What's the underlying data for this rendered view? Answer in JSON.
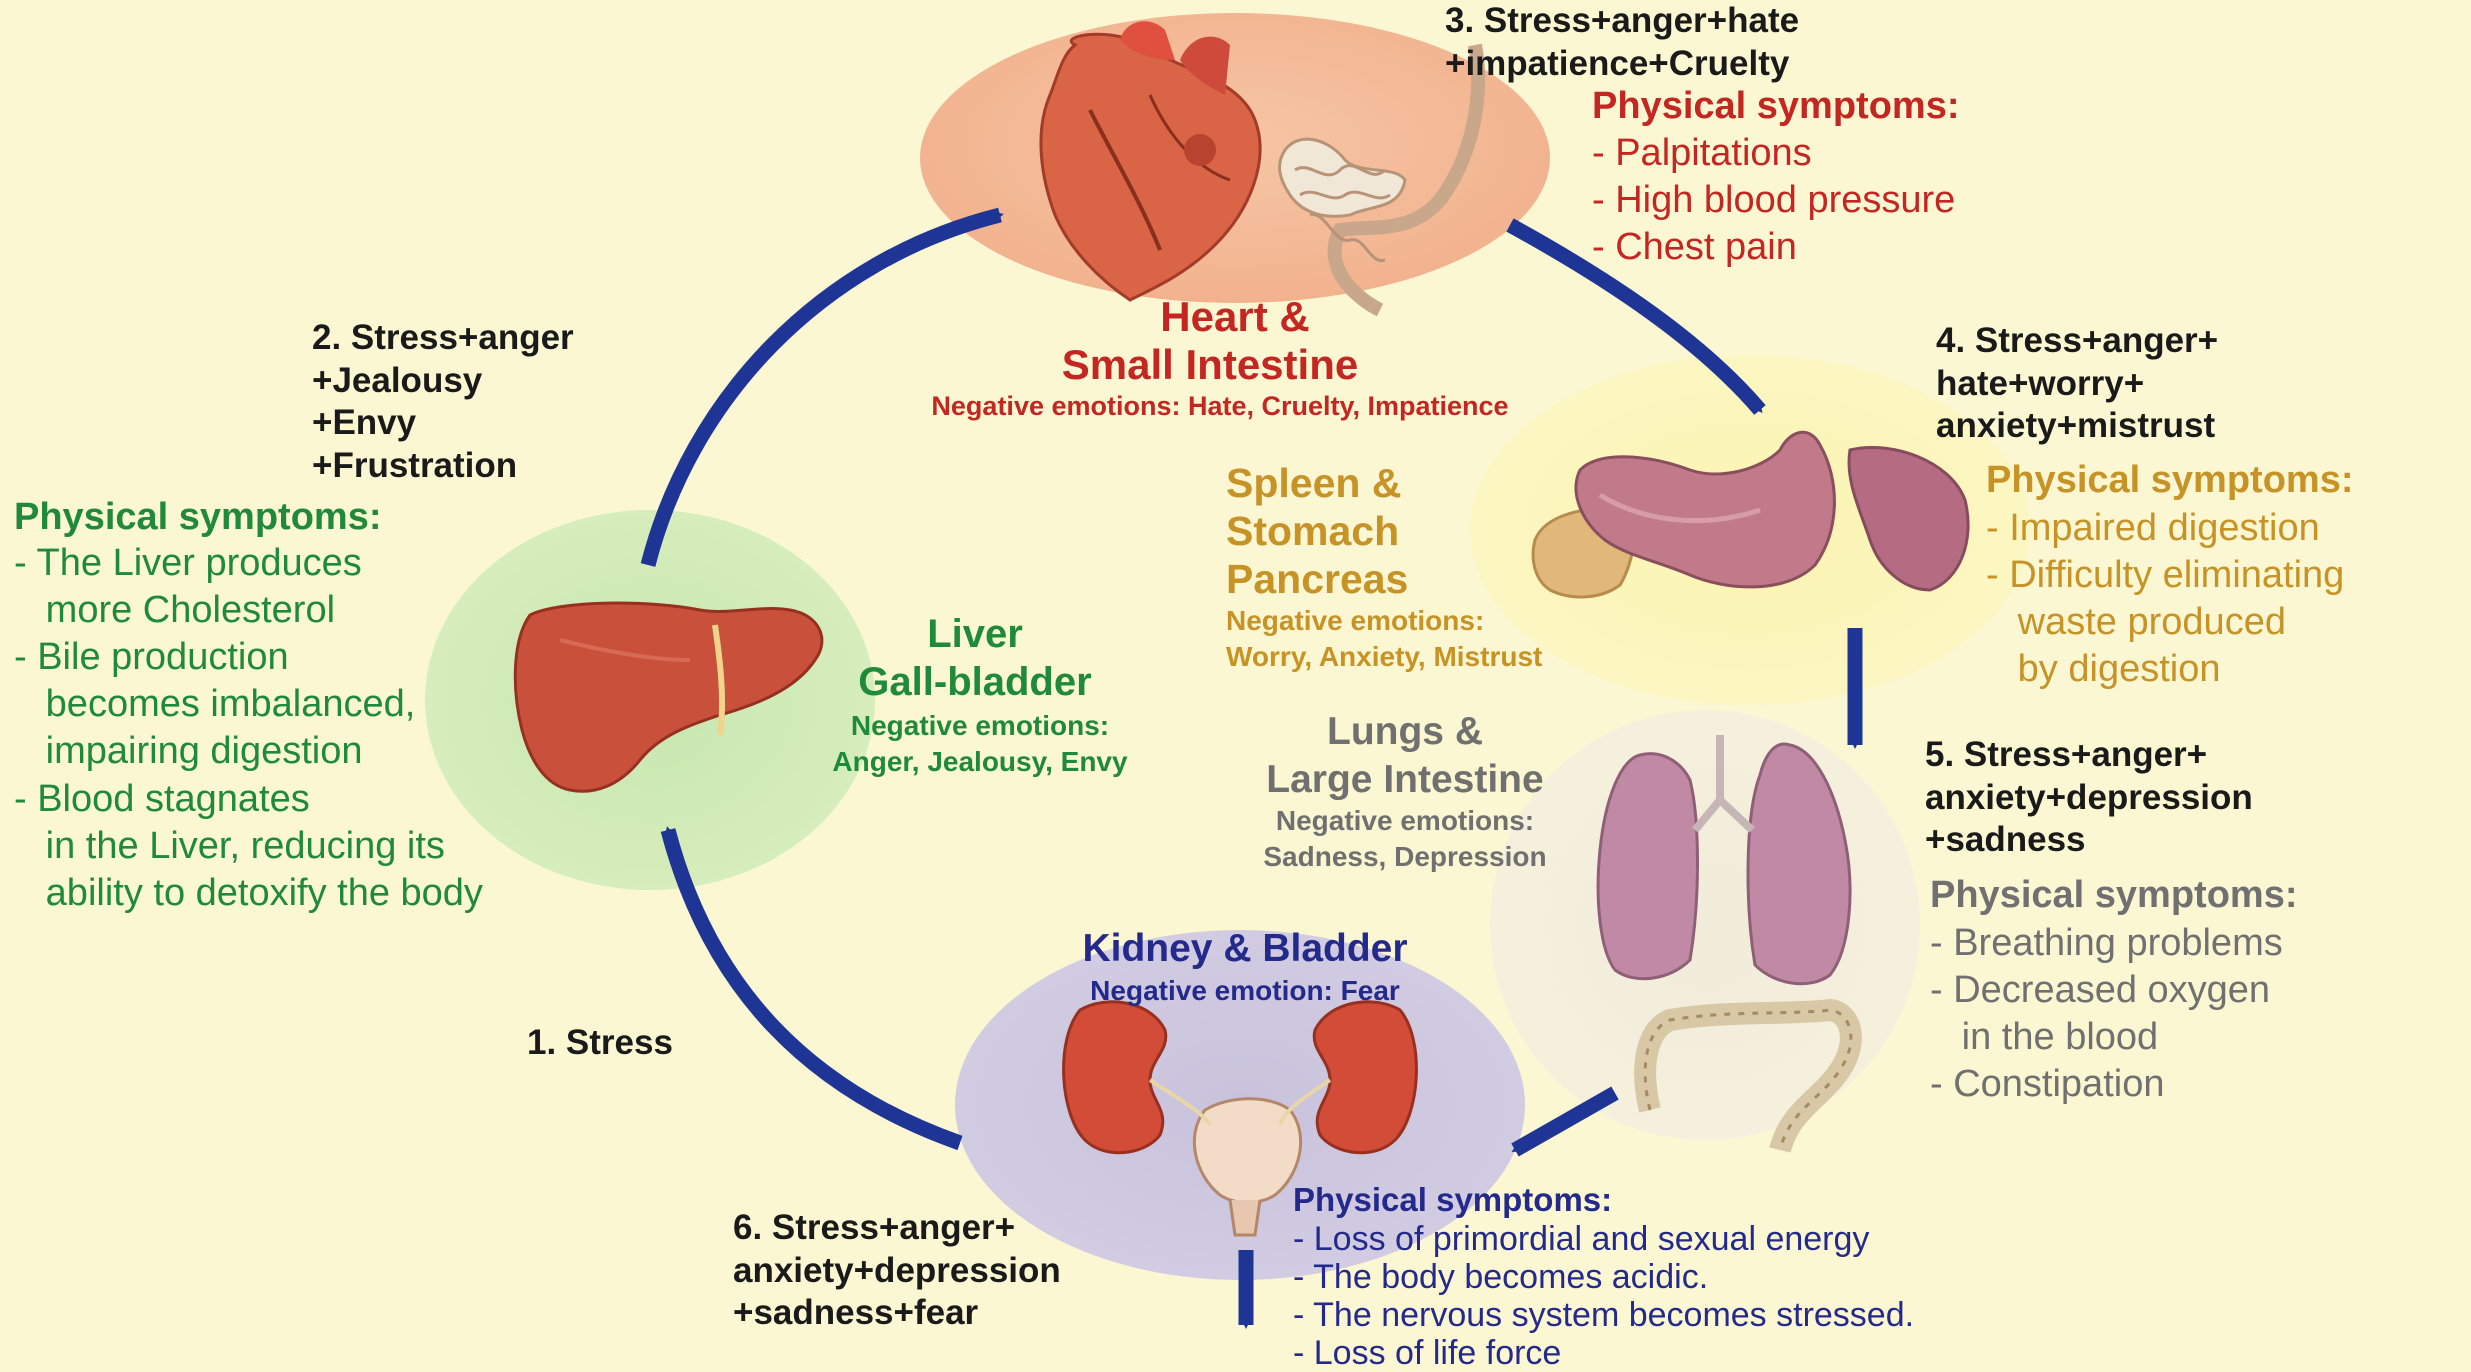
{
  "colors": {
    "background": "#fbf7d2",
    "arrow": "#1f3596",
    "liver_text": "#1f8a3a",
    "heart_text": "#c42622",
    "spleen_text": "#c79326",
    "lungs_text": "#707070",
    "kidney_text": "#242a8c"
  },
  "icons": [
    "heart-icon",
    "small-intestine-icon",
    "liver-icon",
    "stomach-icon",
    "pancreas-icon",
    "spleen-icon",
    "lungs-icon",
    "large-intestine-icon",
    "kidney-icon",
    "bladder-icon"
  ],
  "heart": {
    "title_line1": "Heart &",
    "title_line2": "Small Intestine",
    "negative": "Negative emotions: Hate, Cruelty, Impatience",
    "stress": "3. Stress+anger+hate\n+impatience+Cruelty",
    "symptoms_title": "Physical symptoms:",
    "symptoms": "- Palpitations\n- High blood pressure\n- Chest pain"
  },
  "liver": {
    "title_line1": "Liver",
    "title_line2": "Gall-bladder",
    "negative": "Negative emotions:\nAnger, Jealousy, Envy",
    "stress": "2. Stress+anger\n+Jealousy\n+Envy\n+Frustration",
    "symptoms_title": "Physical symptoms:",
    "symptoms": "- The Liver produces\n   more Cholesterol\n- Bile production\n   becomes imbalanced,\n   impairing digestion\n- Blood stagnates\n   in the Liver, reducing its\n   ability to detoxify the body"
  },
  "spleen": {
    "title": "Spleen &\nStomach\nPancreas",
    "negative": "Negative emotions:\nWorry, Anxiety, Mistrust",
    "stress": "4. Stress+anger+\nhate+worry+\nanxiety+mistrust",
    "symptoms_title": "Physical symptoms:",
    "symptoms": "- Impaired digestion\n- Difficulty eliminating\n   waste produced\n   by digestion"
  },
  "lungs": {
    "title": "Lungs &\nLarge Intestine",
    "negative": "Negative emotions:\nSadness, Depression",
    "stress": "5. Stress+anger+\nanxiety+depression\n+sadness",
    "symptoms_title": "Physical symptoms:",
    "symptoms": "- Breathing problems\n- Decreased oxygen\n   in the blood\n- Constipation"
  },
  "kidney": {
    "title": "Kidney & Bladder",
    "negative": "Negative emotion: Fear",
    "stress": "6. Stress+anger+\nanxiety+depression\n+sadness+fear",
    "symptoms_title": "Physical symptoms:",
    "symptoms": "- Loss of primordial and sexual energy\n- The body becomes acidic.\n- The nervous system becomes stressed.\n- Loss of life force"
  },
  "start_label": "1. Stress"
}
